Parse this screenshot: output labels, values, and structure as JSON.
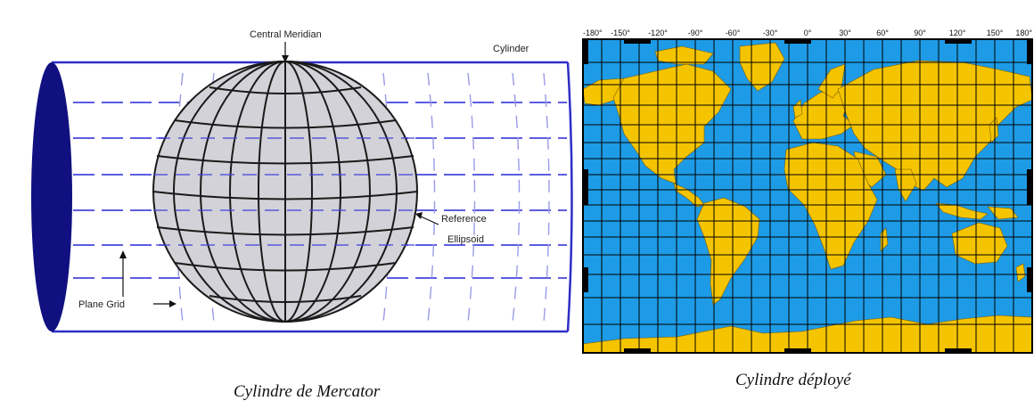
{
  "mercator_figure": {
    "caption": "Cylindre de Mercator",
    "labels": {
      "central_meridian": "Central Meridian",
      "cylinder": "Cylinder",
      "reference_ellipsoid_line1": "Reference",
      "reference_ellipsoid_line2": "Ellipsoid",
      "plane_grid": "Plane Grid"
    }
  },
  "unrolled_map": {
    "caption": "Cylindre déployé",
    "longitude_ticks": [
      "-180°",
      "-150°",
      "-120°",
      "-90°",
      "-60°",
      "-30°",
      "0°",
      "30°",
      "60°",
      "90°",
      "120°",
      "150°",
      "180°"
    ]
  },
  "colors": {
    "cylinder_outline": "#2e2ec8",
    "cylinder_end": "#101080",
    "globe_fill": "#d2d2d8",
    "grid_dashes": "#4545dd",
    "ocean": "#1e9be6",
    "land": "#f5c400",
    "frame": "#000000"
  }
}
